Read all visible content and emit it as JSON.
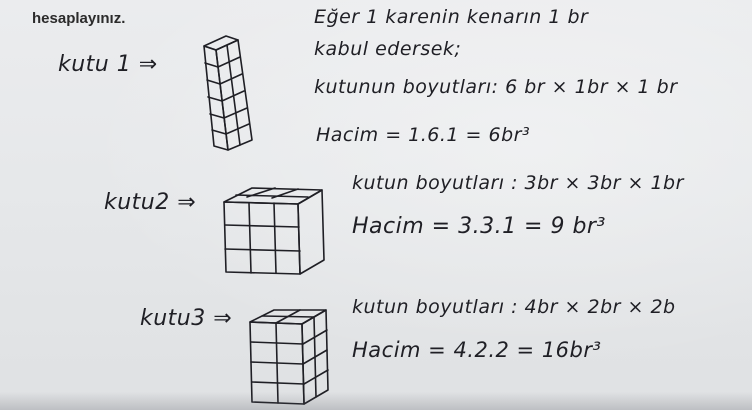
{
  "printed_heading": "hesaplayınız.",
  "boxes": [
    {
      "label": "kutu 1 ⇒",
      "lines": [
        "Eğer 1 karenin kenarın 1 br",
        "kabul edersek;",
        "kutunun boyutları: 6 br × 1br × 1 br",
        "Hacim = 1.6.1 = 6br³"
      ]
    },
    {
      "label": "kutu2 ⇒",
      "lines": [
        "kutun boyutları : 3br × 3br × 1br",
        "Hacim = 3.3.1 = 9 br³"
      ]
    },
    {
      "label": "kutu3 ⇒",
      "lines": [
        "kutun boyutları : 4br × 2br × 2b",
        "Hacim = 4.2.2 = 16br³"
      ]
    }
  ]
}
